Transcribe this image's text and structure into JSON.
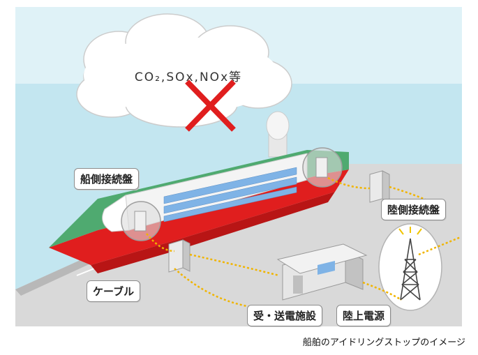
{
  "cloud_text": "CO₂,SOx,NOx等",
  "labels": {
    "ship_panel": "船側接続盤",
    "shore_panel": "陸側接続盤",
    "cable": "ケーブル",
    "substation": "受・送電施設",
    "shore_power": "陸上電源"
  },
  "caption": "船舶のアイドリングストップのイメージ",
  "colors": {
    "sky": "#dff2f7",
    "sea": "#c3e6f0",
    "hull_red": "#e01e1e",
    "deck_green": "#4faa70",
    "cable": "#f0b400",
    "cross": "#e01e1e"
  }
}
